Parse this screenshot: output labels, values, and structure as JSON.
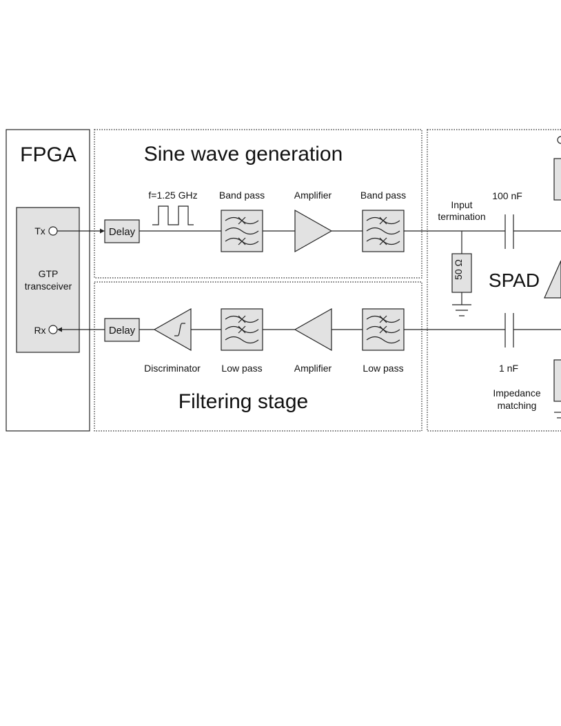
{
  "fpga": {
    "title": "FPGA",
    "tx_label": "Tx",
    "rx_label": "Rx",
    "transceiver_line1": "GTP",
    "transceiver_line2": "transceiver"
  },
  "sine_section": {
    "title": "Sine wave generation",
    "delay_label": "Delay",
    "clock_label": "f=1.25 GHz",
    "bandpass1_label": "Band pass",
    "amplifier_label": "Amplifier",
    "bandpass2_label": "Band pass"
  },
  "filter_section": {
    "title": "Filtering stage",
    "delay_label": "Delay",
    "discriminator_label": "Discriminator",
    "lowpass1_label": "Low pass",
    "amplifier_label": "Amplifier",
    "lowpass2_label": "Low pass"
  },
  "spad_section": {
    "input_term_line1": "Input",
    "input_term_line2": "termination",
    "cap_top_label": "100 nF",
    "resistor_label": "50 Ω",
    "spad_label": "SPAD",
    "cap_bottom_label": "1 nF",
    "impedance_line1": "Impedance",
    "impedance_line2": "matching"
  },
  "colors": {
    "block_fill": "#e2e2e2",
    "stroke": "#222222"
  }
}
